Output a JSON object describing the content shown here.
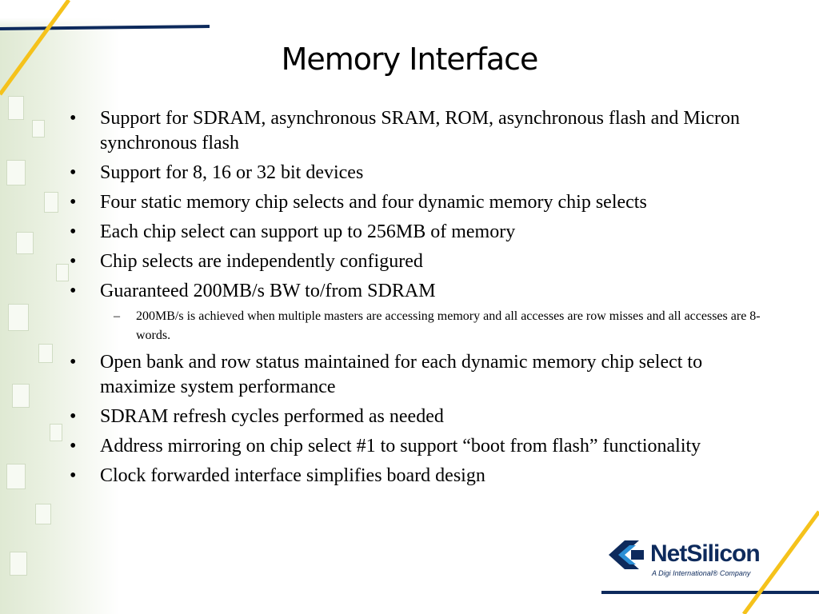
{
  "slide": {
    "title": "Memory Interface",
    "bullets": [
      {
        "text": "Support for SDRAM, asynchronous SRAM, ROM, asynchronous flash and Micron synchronous flash"
      },
      {
        "text": "Support for 8, 16 or 32 bit devices"
      },
      {
        "text": "Four static memory chip selects and four dynamic memory chip selects"
      },
      {
        "text": "Each chip select can support up to 256MB of memory"
      },
      {
        "text": "Chip selects are independently configured"
      },
      {
        "text": "Guaranteed 200MB/s BW to/from SDRAM",
        "sub": [
          "200MB/s is achieved when multiple masters are accessing memory and all accesses are row misses and all accesses are 8-words."
        ]
      },
      {
        "text": "Open bank and row status maintained for each dynamic memory chip select to maximize system performance"
      },
      {
        "text": "SDRAM refresh cycles performed as needed"
      },
      {
        "text": "Address mirroring on chip select #1 to support “boot from flash” functionality"
      },
      {
        "text": "Clock forwarded interface simplifies board design"
      }
    ],
    "bullet_glyph": "•",
    "sub_glyph": "–"
  },
  "logo": {
    "brand": "NetSilicon",
    "tagline": "A Digi International® Company",
    "brand_color": "#0d2a5c",
    "accent_color": "#2b8fd6"
  },
  "decoration": {
    "stripe_yellow": "#f5c21b",
    "stripe_navy": "#0d2a5c"
  }
}
